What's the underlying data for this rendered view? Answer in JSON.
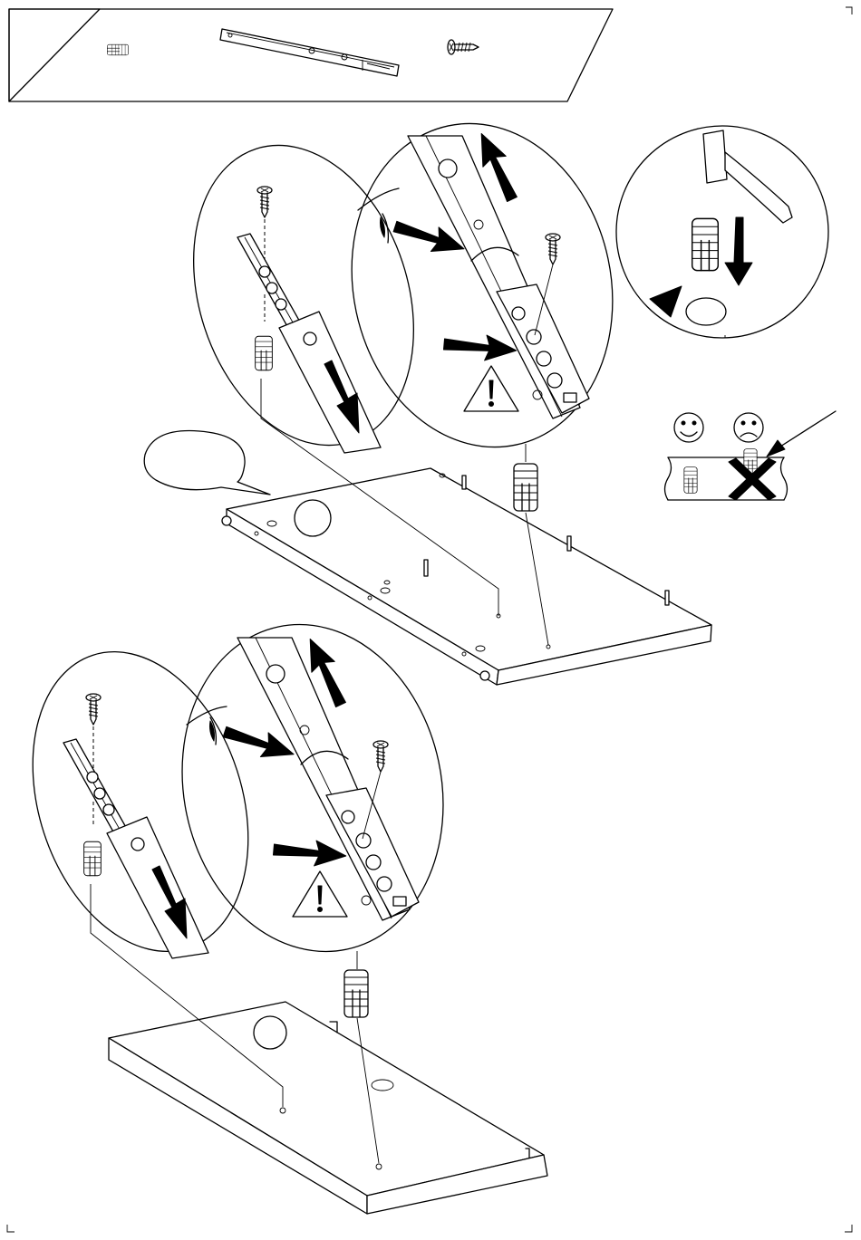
{
  "header": {
    "step_number": "",
    "parts": [
      "dowel",
      "drawer-runner",
      "screw"
    ]
  },
  "status": {
    "ok": "correct",
    "bad": "incorrect"
  },
  "speech_bubble_text": ""
}
